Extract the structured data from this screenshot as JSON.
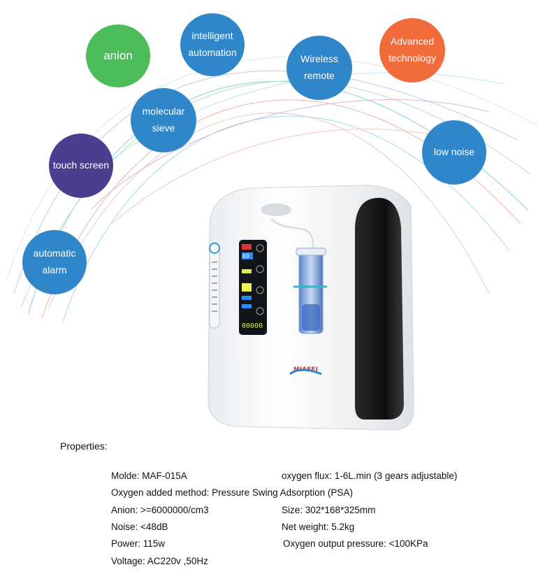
{
  "features": [
    {
      "id": "anion",
      "lines": [
        "anion"
      ],
      "color": "#4cbc5b"
    },
    {
      "id": "intelligent-automation",
      "lines": [
        "intelligent",
        "automation"
      ],
      "color": "#2f86c9"
    },
    {
      "id": "wireless-remote",
      "lines": [
        "Wireless",
        "remote"
      ],
      "color": "#2f86c9"
    },
    {
      "id": "advanced-technology",
      "lines": [
        "Advanced",
        "technology"
      ],
      "color": "#f26b3a"
    },
    {
      "id": "molecular-sieve",
      "lines": [
        "molecular",
        "sieve"
      ],
      "color": "#2f86c9"
    },
    {
      "id": "low-noise",
      "lines": [
        "low noise"
      ],
      "color": "#2f86c9"
    },
    {
      "id": "touch-screen",
      "lines": [
        "touch screen"
      ],
      "color": "#4a3f8e"
    },
    {
      "id": "automatic-alarm",
      "lines": [
        "automatic",
        "alarm"
      ],
      "color": "#2f86c9"
    }
  ],
  "product": {
    "brand_logo": "MIAFEI",
    "display_digits": "00000",
    "screen_readout": "69"
  },
  "properties": {
    "title": "Properties:",
    "items": [
      {
        "id": "model",
        "text": "Molde: MAF-015A"
      },
      {
        "id": "oxygen-flux",
        "text": "oxygen flux: 1-6L.min (3 gears adjustable)"
      },
      {
        "id": "oxygen-method",
        "text": "Oxygen added method: Pressure Swing Adsorption (PSA)"
      },
      {
        "id": "anion",
        "text": "Anion: >=6000000/cm3"
      },
      {
        "id": "size",
        "text": "Size: 302*168*325mm"
      },
      {
        "id": "noise",
        "text": "Noise: <48dB"
      },
      {
        "id": "net-weight",
        "text": "Net weight: 5.2kg"
      },
      {
        "id": "power",
        "text": "Power: 115w"
      },
      {
        "id": "output-pressure",
        "text": "Oxygen output pressure: <100KPa"
      },
      {
        "id": "voltage",
        "text": "Voltage: AC220v ,50Hz"
      }
    ]
  }
}
